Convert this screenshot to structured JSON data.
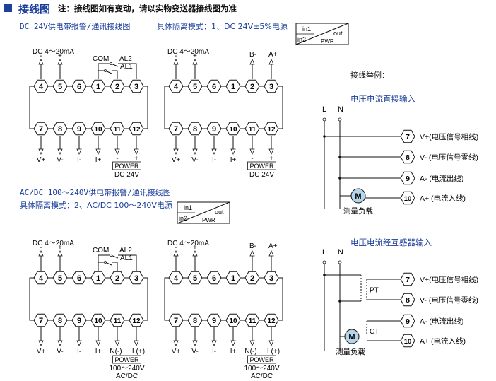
{
  "header": {
    "title": "接线图",
    "note": "注：接线图如有变动，请以实物变送器接线图为准"
  },
  "section1": {
    "title": "DC 24V供电带报警/通讯接线图",
    "isolation": "具体隔离模式：1、DC 24V±5%电源",
    "box": {
      "in1": "in1",
      "in2": "in2",
      "out": "out",
      "pwr": "PWR"
    }
  },
  "section2": {
    "title": "AC/DC 100～240V供电带报警/通讯接线图",
    "isolation": "具体隔离模式：2、AC/DC 100～240V电源",
    "box": {
      "in1": "in1",
      "in2": "in2",
      "out": "out",
      "pwr": "PWR"
    }
  },
  "blocks": {
    "top_terminals": [
      "4",
      "5",
      "6",
      "1",
      "2",
      "3"
    ],
    "bottom_terminals": [
      "7",
      "8",
      "9",
      "10",
      "11",
      "12"
    ],
    "dc_label": "DC 4～20mA",
    "minus": "-",
    "plus": "+",
    "com": "COM",
    "al2": "AL2",
    "al1": "AL1",
    "b_minus": "B-",
    "a_plus": "A+",
    "bottom_labels": [
      "V+",
      "V-",
      "I-",
      "I+"
    ],
    "power": "POWER",
    "dc24": "DC 24V",
    "n_minus": "N(-)",
    "l_plus": "L(+)",
    "ac_range": "100～240V",
    "acdc": "AC/DC",
    "pol_minus": "-",
    "pol_plus": "+"
  },
  "right": {
    "examples": "接线举例：",
    "direct_title": "电压电流直接输入",
    "ct_title": "电压电流经互感器输入",
    "L": "L",
    "N": "N",
    "M": "M",
    "load": "测量负载",
    "PT": "PT",
    "CT": "CT",
    "rows": [
      {
        "num": "7",
        "label": "V+(电压信号相线)"
      },
      {
        "num": "8",
        "label": "V- (电压信号零线)"
      },
      {
        "num": "9",
        "label": "A- (电流出线)"
      },
      {
        "num": "10",
        "label": "A+ (电流入线)"
      }
    ]
  }
}
